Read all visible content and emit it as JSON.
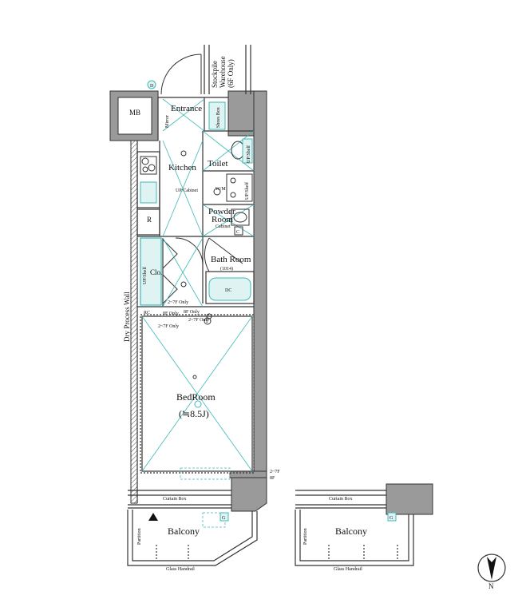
{
  "rooms": {
    "mb": "MB",
    "entrance": "Entrance",
    "mirror": "Mirror",
    "shoes_box": "Shoes Box",
    "stockpile": "Stockpile",
    "warehouse": "Warehouse",
    "stockpile_note": "(6F Only)",
    "kitchen": "Kitchen",
    "up_cabinet": "UP/Cabinet",
    "toilet": "Toilet",
    "up_shelf_toilet": "UP/Shelf",
    "wm": "W/M",
    "shelf_side": "UP/Shelf",
    "powder_room_1": "Powder",
    "powder_room_2": "Room",
    "cabinet": "Cabinet",
    "refrigerator": "R",
    "bath_room": "Bath Room",
    "bath_size": "(1014)",
    "up_shelf_clo": "UP/Shelf",
    "clo": "Clo.",
    "bedroom": "BedRoom",
    "bedroom_size": "(≒8.5J)",
    "dry_wall": "Dry Process Wall",
    "curtain_box_left": "Curtain Box",
    "curtain_box_right": "Curtain Box",
    "balcony_left": "Balcony",
    "balcony_right": "Balcony",
    "partition_left": "Partition",
    "partition_right": "Partition",
    "glass_handrail_left": "Glass Handrail",
    "glass_handrail_right": "Glass Handrail",
    "north": "N"
  },
  "notes": {
    "floor_1": "2~7F Only",
    "floor_2": "8F Only",
    "floor_3": "8F Only",
    "floor_4": "2~7F Only",
    "floor_5": "2~7F Only",
    "floor_6": "2~7F",
    "floor_7": "8F"
  },
  "symbols": {
    "d": "D",
    "g_left": "G",
    "g_right": "G",
    "c": "C",
    "i": "I",
    "dc": "DC",
    "rc": "RC"
  }
}
